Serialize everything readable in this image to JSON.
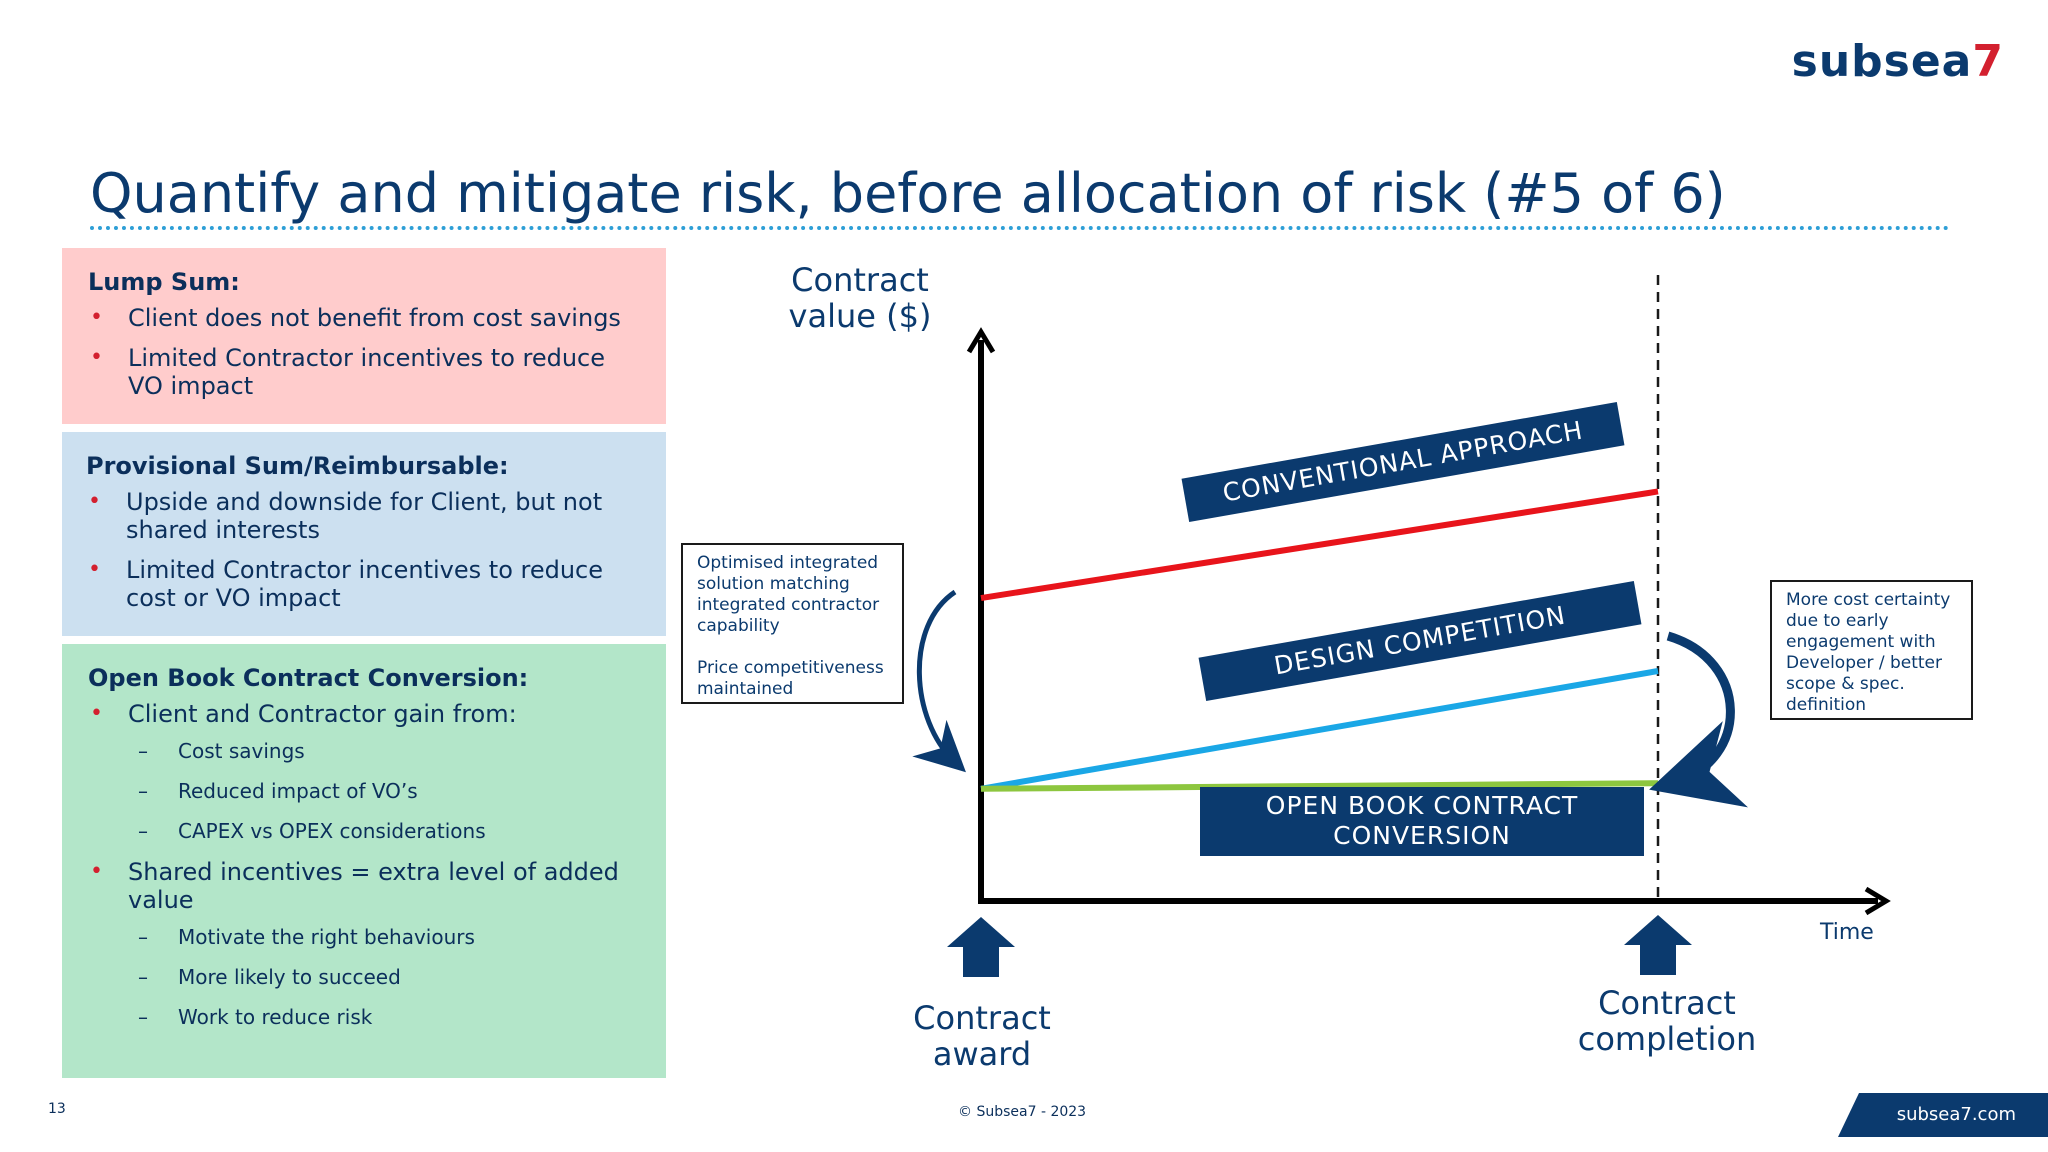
{
  "brand": {
    "logo_text": "subsea",
    "logo_number": "7",
    "accent": "#d3202f",
    "navy": "#0b3a6e"
  },
  "slide": {
    "title": "Quantify and mitigate risk, before allocation of risk (#5 of 6)",
    "page_number": "13",
    "copyright": "© Subsea7 - 2023",
    "website": "subsea7.com"
  },
  "panels": [
    {
      "heading": "Lump Sum:",
      "color": "#ffcccc",
      "bullets": [
        {
          "text": "Client does not benefit from cost savings"
        },
        {
          "text": "Limited Contractor incentives to reduce VO impact"
        }
      ]
    },
    {
      "heading": "Provisional Sum/Reimbursable:",
      "color": "#cce0f0",
      "bullets": [
        {
          "text": "Upside and downside for Client, but not shared interests"
        },
        {
          "text": "Limited Contractor incentives to reduce cost or VO impact"
        }
      ]
    },
    {
      "heading": "Open Book Contract Conversion:",
      "color": "#b3e6c9",
      "bullets": [
        {
          "text": "Client and Contractor gain from:",
          "subs": [
            "Cost savings",
            "Reduced impact of VO’s",
            "CAPEX vs OPEX considerations"
          ]
        },
        {
          "text": "Shared incentives = extra level of added value",
          "subs": [
            "Motivate the right behaviours",
            "More likely to succeed",
            "Work to reduce risk"
          ]
        }
      ]
    }
  ],
  "diagram": {
    "y_axis_label": "Contract value ($)",
    "x_axis_label": "Time",
    "start_marker": "Contract award",
    "end_marker": "Contract completion",
    "lines": [
      {
        "name": "CONVENTIONAL APPROACH",
        "color": "#e8141b",
        "start": 0.54,
        "end": 0.73
      },
      {
        "name": "DESIGN COMPETITION",
        "color": "#1aa7e6",
        "start": 0.2,
        "end": 0.41
      },
      {
        "name": "OPEN BOOK CONTRACT CONVERSION",
        "color": "#8dc63f",
        "start": 0.2,
        "end": 0.21
      }
    ],
    "banner_open_line1": "OPEN BOOK CONTRACT",
    "banner_open_line2": "CONVERSION",
    "callout_left": {
      "line1": "Optimised integrated solution matching integrated contractor capability",
      "line2": "Price competitiveness maintained"
    },
    "callout_right": {
      "text": "More cost certainty due to early engagement with Developer / better scope & spec. definition"
    }
  }
}
